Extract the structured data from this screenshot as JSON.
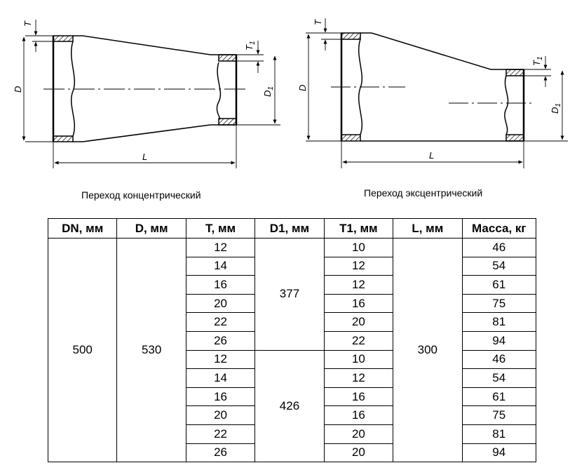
{
  "drawings": {
    "concentric": {
      "label_T": "T",
      "label_T1": "T",
      "label_T1_sub": "1",
      "label_D": "D",
      "label_D1": "D",
      "label_D1_sub": "1",
      "label_L": "L"
    },
    "eccentric": {
      "label_T": "T",
      "label_T1": "T",
      "label_T1_sub": "1",
      "label_D": "D",
      "label_D1": "D",
      "label_D1_sub": "1",
      "label_L": "L"
    }
  },
  "captions": {
    "concentric": "Переход концентрический",
    "eccentric": "Переход эксцентрический"
  },
  "table": {
    "headers": [
      "DN, мм",
      "D, мм",
      "T, мм",
      "D1, мм",
      "T1, мм",
      "L, мм",
      "Масса, кг"
    ],
    "dn": "500",
    "d": "530",
    "l": "300",
    "d1_groups": [
      "377",
      "426"
    ],
    "rows": [
      {
        "t": "12",
        "t1": "10",
        "mass": "46"
      },
      {
        "t": "14",
        "t1": "12",
        "mass": "54"
      },
      {
        "t": "16",
        "t1": "12",
        "mass": "61"
      },
      {
        "t": "20",
        "t1": "16",
        "mass": "75"
      },
      {
        "t": "22",
        "t1": "20",
        "mass": "81"
      },
      {
        "t": "26",
        "t1": "22",
        "mass": "94"
      },
      {
        "t": "12",
        "t1": "10",
        "mass": "46"
      },
      {
        "t": "14",
        "t1": "12",
        "mass": "54"
      },
      {
        "t": "16",
        "t1": "16",
        "mass": "61"
      },
      {
        "t": "20",
        "t1": "16",
        "mass": "75"
      },
      {
        "t": "22",
        "t1": "20",
        "mass": "81"
      },
      {
        "t": "26",
        "t1": "20",
        "mass": "94"
      }
    ]
  }
}
